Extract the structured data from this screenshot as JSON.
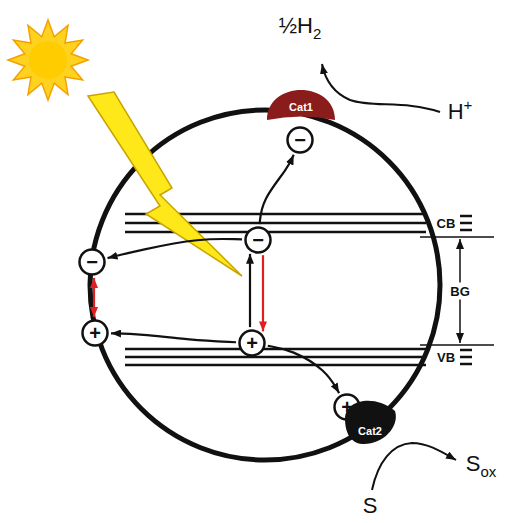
{
  "diagram": {
    "nodes": [
      {
        "text": [
          "Cat1"
        ]
      },
      {
        "text": [
          "−"
        ]
      },
      {
        "text": [
          "−"
        ]
      },
      {
        "text": [
          "−"
        ]
      },
      {
        "text": [
          "+"
        ]
      },
      {
        "text": [
          "+"
        ]
      },
      {
        "text": [
          "+"
        ]
      },
      {
        "text": [
          "Cat2"
        ]
      }
    ],
    "edges": [
      {
        "from": 2,
        "to": 1,
        "arrow": "to"
      },
      {
        "from": 2,
        "to": 3,
        "arrow": "to"
      },
      {
        "from": 5,
        "to": 4,
        "arrow": "to"
      },
      {
        "from": 5,
        "to": 6,
        "arrow": "to"
      },
      {
        "from": 5,
        "to": 2,
        "arrow": "to"
      },
      {
        "from": 2,
        "to": 5,
        "arrow": "to"
      },
      {
        "from": 3,
        "to": 4,
        "arrow": "both"
      }
    ],
    "labels": [
      "½H2",
      "H+",
      "CB",
      "VB",
      "BG",
      "S",
      "Sox"
    ]
  }
}
